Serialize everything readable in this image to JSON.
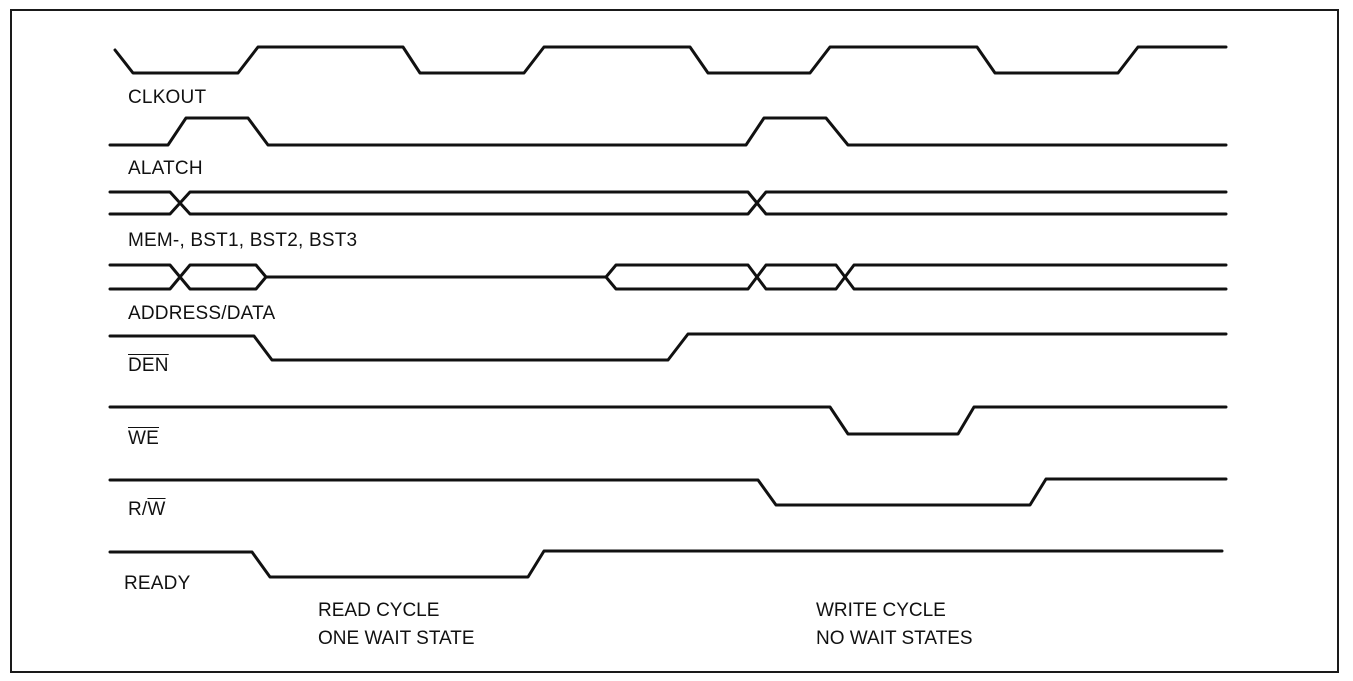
{
  "signals": [
    {
      "id": "clkout",
      "label": "CLKOUT"
    },
    {
      "id": "alatch",
      "label": "ALATCH"
    },
    {
      "id": "mem",
      "label": "MEM-, BST1, BST2, BST3"
    },
    {
      "id": "addr",
      "label": "ADDRESS/DATA"
    },
    {
      "id": "den",
      "label": "DEN",
      "overline": "DEN"
    },
    {
      "id": "we",
      "label": "WE",
      "overline": "WE"
    },
    {
      "id": "rw",
      "label": "R/W",
      "prefix": "R/",
      "overline": "W"
    },
    {
      "id": "ready",
      "label": "READY"
    }
  ],
  "annotations": {
    "read": {
      "line1": "READ CYCLE",
      "line2": "ONE WAIT STATE"
    },
    "write": {
      "line1": "WRITE CYCLE",
      "line2": "NO WAIT STATES"
    }
  }
}
